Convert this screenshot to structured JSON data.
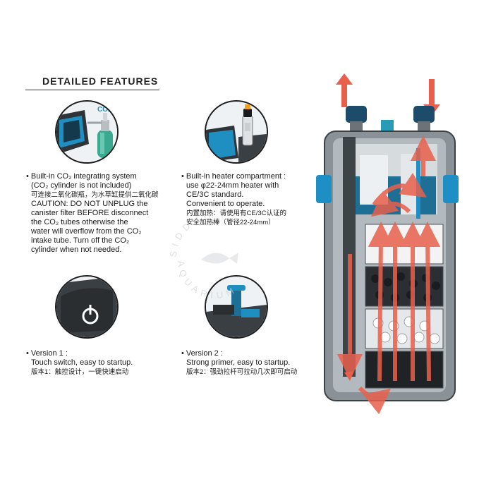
{
  "heading": "DETAILED FEATURES",
  "features": {
    "co2": {
      "badge": "CO₂",
      "lines": [
        "• Built-in CO₂ integrating system",
        "(CO₂ cylinder is not included)",
        "可连接二氧化碳瓶，为水草缸提供二氧化碳",
        "CAUTION: DO NOT UNPLUG the",
        "canister filter BEFORE disconnect",
        "the CO₂ tubes otherwise the",
        "water will overflow from the CO₂",
        "intake tube.  Turn off the CO₂",
        "cylinder when not needed."
      ]
    },
    "heater": {
      "lines": [
        "• Built-in heater compartment :",
        "use φ22-24mm heater with",
        "CE/3C standard.",
        "Convenient to operate.",
        "内置加热：请使用有CE/3C认证的",
        "安全加热棒（管径22-24mm）"
      ]
    },
    "version1": {
      "lines": [
        "• Version 1 :",
        "Touch switch, easy to startup.",
        "版本1：触控设计，一键快速启动"
      ]
    },
    "version2": {
      "lines": [
        "• Version 2 :",
        "Strong primer, easy to startup.",
        "版本2：强劲拉杆可拉动几次即可启动"
      ]
    }
  },
  "watermark": "SIDDHU AQUARIUM",
  "colors": {
    "accent_blue": "#1d8fc4",
    "flow_red": "#e8604c",
    "body_gray": "#8a9298",
    "dark": "#2b2f33"
  }
}
